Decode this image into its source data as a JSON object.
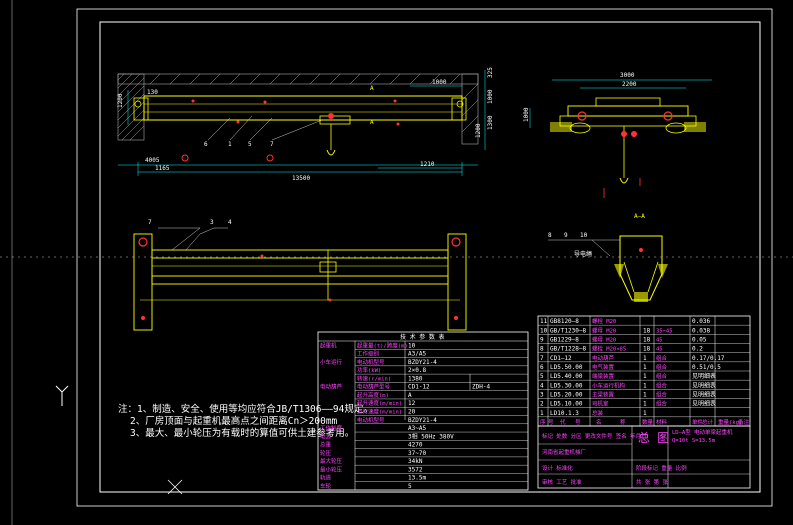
{
  "drawing": {
    "section_label": "A—A",
    "dim_total_span": "13500",
    "dim_left_top": "130",
    "dim_top_1000": "1000",
    "dim_right_1210": "1210",
    "dim_left_ab": "4005",
    "dim_left_bot": "1165",
    "dim_right_v1": "325",
    "dim_right_v2": "1000",
    "dim_right_v3": "1300",
    "dim_right_v4": "1200",
    "dim_left_v": "1200",
    "dim_side_3000": "3000",
    "dim_side_2200": "2200",
    "dim_side_v": "1000",
    "pos_labels": [
      "6",
      "1",
      "5",
      "7"
    ],
    "plan_labels": [
      "7",
      "3",
      "4"
    ],
    "section_labels": [
      "8",
      "9",
      "10"
    ],
    "section_note": "导电绳",
    "mark_a": "A",
    "mark_a2": "A"
  },
  "params_table": {
    "title": "技 术 参 数 表",
    "rows": [
      {
        "group": "起重机",
        "item": "起重量(t)/跨度(m)",
        "value": "10"
      },
      {
        "group": "",
        "item": "工作级别",
        "value": "A3/A5"
      },
      {
        "group": "小车运行",
        "item": "电动机型号",
        "value": "BZDY21-4"
      },
      {
        "group": "",
        "item": "功率(kW)",
        "value": "2×0.8"
      },
      {
        "group": "",
        "item": "转速(r/min)",
        "value": "1380"
      },
      {
        "group": "电动葫芦",
        "item": "电动葫芦型号",
        "value": "CD1-12",
        "extra": "ZDH-4"
      },
      {
        "group": "",
        "item": "起升高度(m)",
        "value": "A"
      },
      {
        "group": "",
        "item": "起升速度(m/min)",
        "value": "12"
      },
      {
        "group": "",
        "item": "运行速度(m/min)",
        "value": "20"
      },
      {
        "group": "",
        "item": "电动机型号",
        "value": "BZDY21-4"
      },
      {
        "group": "工作制度",
        "item": "",
        "value": "A3~A5"
      },
      {
        "group": "电源",
        "item": "",
        "value": "3相 50Hz 380V"
      },
      {
        "group": "总重",
        "item": "",
        "value": "4270"
      },
      {
        "group": "轮压",
        "item": "",
        "value": "37~70"
      },
      {
        "group": "最大轮压",
        "item": "",
        "value": "34kN"
      },
      {
        "group": "最小轮压",
        "item": "",
        "value": "3572"
      },
      {
        "group": "轨道",
        "item": "",
        "value": "13.5m"
      },
      {
        "group": "车轮",
        "item": "",
        "value": "5"
      }
    ]
  },
  "notes": [
    "注：1、制造、安全、使用等均应符合JB/T1306——94规定。",
    "2、厂房顶面与起重机最高点之间距离Cn＞200mm",
    "3、最大、最小轮压为有载时的算值可供土建参考用。"
  ],
  "bom_table": {
    "rows": [
      {
        "no": "11",
        "code": "GB8120—8",
        "name": "螺栓 M20",
        "qty": "",
        "mat": "",
        "wt": "0.036"
      },
      {
        "no": "10",
        "code": "GB/T1230—8",
        "name": "螺母 M20",
        "qty": "18",
        "mat": "35~45",
        "wt": "0.038"
      },
      {
        "no": "9",
        "code": "GB1229—8",
        "name": "螺母 M20",
        "qty": "18",
        "mat": "45",
        "wt": "0.05"
      },
      {
        "no": "8",
        "code": "GB/T1228—8",
        "name": "螺栓 M20×85",
        "qty": "18",
        "mat": "45",
        "wt": "0.2"
      },
      {
        "no": "7",
        "code": "CD1—12",
        "name": "电动葫芦",
        "qty": "1",
        "mat": "组合",
        "wt": "0.17/0.17"
      },
      {
        "no": "6",
        "code": "LD5.50.00",
        "name": "电气装置",
        "qty": "1",
        "mat": "组合",
        "wt": "0.51/0.5"
      },
      {
        "no": "5",
        "code": "LD5.40.00",
        "name": "端梁装置",
        "qty": "1",
        "mat": "组合",
        "wt": "见明细表"
      },
      {
        "no": "4",
        "code": "LD5.30.00",
        "name": "小车运行机构",
        "qty": "1",
        "mat": "组合",
        "wt": "见明细表"
      },
      {
        "no": "3",
        "code": "LD5.20.00",
        "name": "主梁装置",
        "qty": "1",
        "mat": "组合",
        "wt": "见明细表"
      },
      {
        "no": "2",
        "code": "LD5.10.00",
        "name": "司机室",
        "qty": "1",
        "mat": "组合",
        "wt": "见明细表"
      },
      {
        "no": "1",
        "code": "LD10.1.3",
        "name": "总装",
        "qty": "1",
        "mat": "",
        "wt": ""
      }
    ],
    "header": [
      "序",
      "号",
      "代",
      "号",
      "名",
      "称",
      "数量",
      "材料",
      "单件",
      "总计",
      "重量(kg)",
      "备注"
    ]
  },
  "title_block": {
    "drawing_title": "总 图",
    "product": "LD—A型 电动单梁起重机",
    "spec": "Q=10t S=13.5m",
    "company": "河南省起重机械厂",
    "left_lines": [
      "标记 处数 分区 更改文件号 签名 年月日",
      "设计 标准化",
      "审核 工艺 批准"
    ],
    "stage": "阶段标记 重量 比例",
    "sheet": "共 张 第 张"
  },
  "colors": {
    "background": "#000000",
    "frame": "#ffffff",
    "structure": "#ffff00",
    "dimension": "#00ffff",
    "hatching": "#aaaaaa",
    "mechanism": "#ff3333",
    "table_text": "#ff44ff",
    "table_lines": "#ffffff"
  },
  "ucs_icon": "ucs-axis-icon",
  "cursor_icon": "crosshair-icon"
}
